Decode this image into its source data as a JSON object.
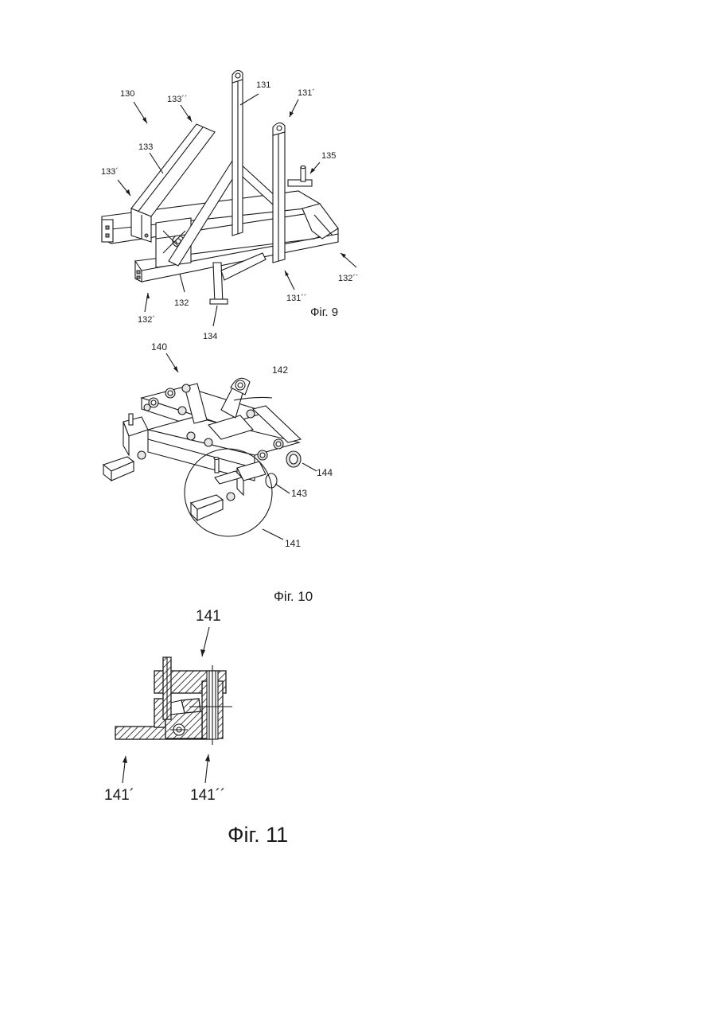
{
  "fig9": {
    "caption": "Фіг. 9",
    "labels": {
      "l130": "130",
      "l131": "131",
      "l131p": "131´",
      "l131pp": "131´´",
      "l132": "132",
      "l132p": "132´",
      "l132pp": "132´´",
      "l133": "133",
      "l133p": "133´",
      "l133pp": "133´´",
      "l134": "134",
      "l135": "135"
    }
  },
  "fig10": {
    "caption": "Фіг. 10",
    "labels": {
      "l140": "140",
      "l141": "141",
      "l142": "142",
      "l143": "143",
      "l144": "144"
    }
  },
  "fig11": {
    "caption": "Фіг. 11",
    "labels": {
      "l141": "141",
      "l141p": "141´",
      "l141pp": "141´´"
    }
  }
}
